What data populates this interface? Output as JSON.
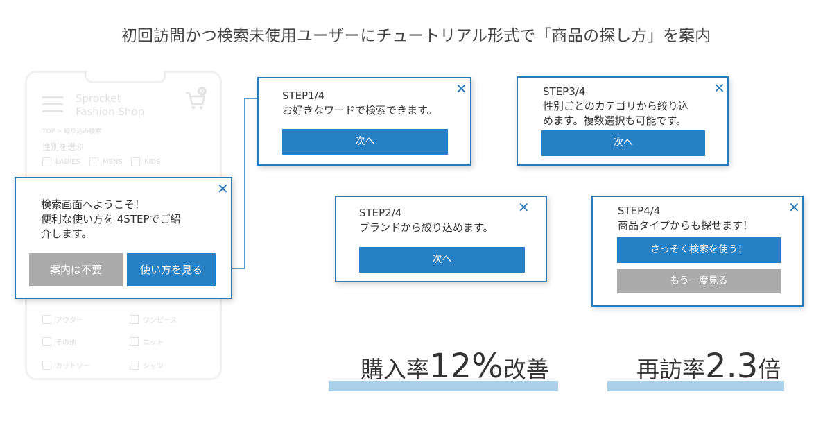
{
  "headline": "初回訪問かつ検索未使用ユーザーにチュートリアル形式で「商品の探し方」を案内",
  "phone": {
    "shop_name_line1": "Sprocket",
    "shop_name_line2": "Fashion Shop",
    "cart_count": "0",
    "breadcrumb": "TOP > 絞り込み検索",
    "gender_label": "性別を選ぶ",
    "genders": [
      "LADIES",
      "MENS",
      "KIDS"
    ],
    "categories": [
      "アウター",
      "ワンピース",
      "その他",
      "ニット",
      "カットソー",
      "シャツ"
    ]
  },
  "welcome": {
    "line1": "検索画面へようこそ！",
    "line2": "便利な使い方を 4STEPでご紹",
    "line3": "介します。",
    "skip_label": "案内は不要",
    "start_label": "使い方を見る"
  },
  "step1": {
    "title": "STEP1/4",
    "text": "お好きなワードで検索できます。",
    "next_label": "次へ"
  },
  "step2": {
    "title": "STEP2/4",
    "text": "ブランドから絞り込めます。",
    "next_label": "次へ"
  },
  "step3": {
    "title": "STEP3/4",
    "line1": "性別ごとのカテゴリから絞り込",
    "line2": "めます。複数選択も可能です。",
    "next_label": "次へ"
  },
  "step4": {
    "title": "STEP4/4",
    "text": "商品タイプからも探せます！",
    "primary_label": "さっそく検索を使う！",
    "secondary_label": "もう一度見る"
  },
  "stats": {
    "purchase": {
      "prefix": "購入率",
      "value": "12%",
      "suffix": "改善"
    },
    "revisit": {
      "prefix": "再訪率",
      "value": "2.3",
      "suffix": "倍"
    }
  },
  "colors": {
    "accent": "#2780c4",
    "border": "#2a7ab8",
    "muted_button": "#ababab",
    "underline": "#a9cfe9"
  },
  "icons": [
    "menu-icon",
    "cart-icon",
    "close-icon",
    "arrow-connector"
  ]
}
